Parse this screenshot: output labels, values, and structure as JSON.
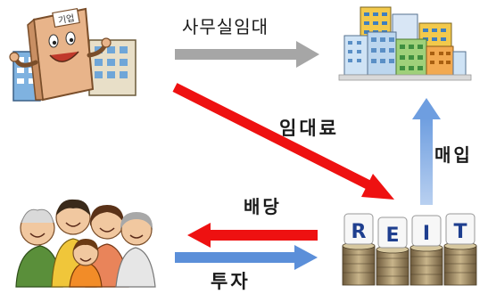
{
  "labels": {
    "office_rental": "사무실임대",
    "rent": "임대료",
    "purchase": "매입",
    "dividend": "배당",
    "investment": "투자"
  },
  "company_sign": "기업",
  "reit_letters": [
    "R",
    "E",
    "I",
    "T"
  ],
  "colors": {
    "gray_arrow": "#a6a6a6",
    "red_arrow": "#ee1111",
    "blue_arrow": "#5b8fd9",
    "light_blue_arrow": "#8fb3e8",
    "reit_letter": "#1f3f8f"
  }
}
